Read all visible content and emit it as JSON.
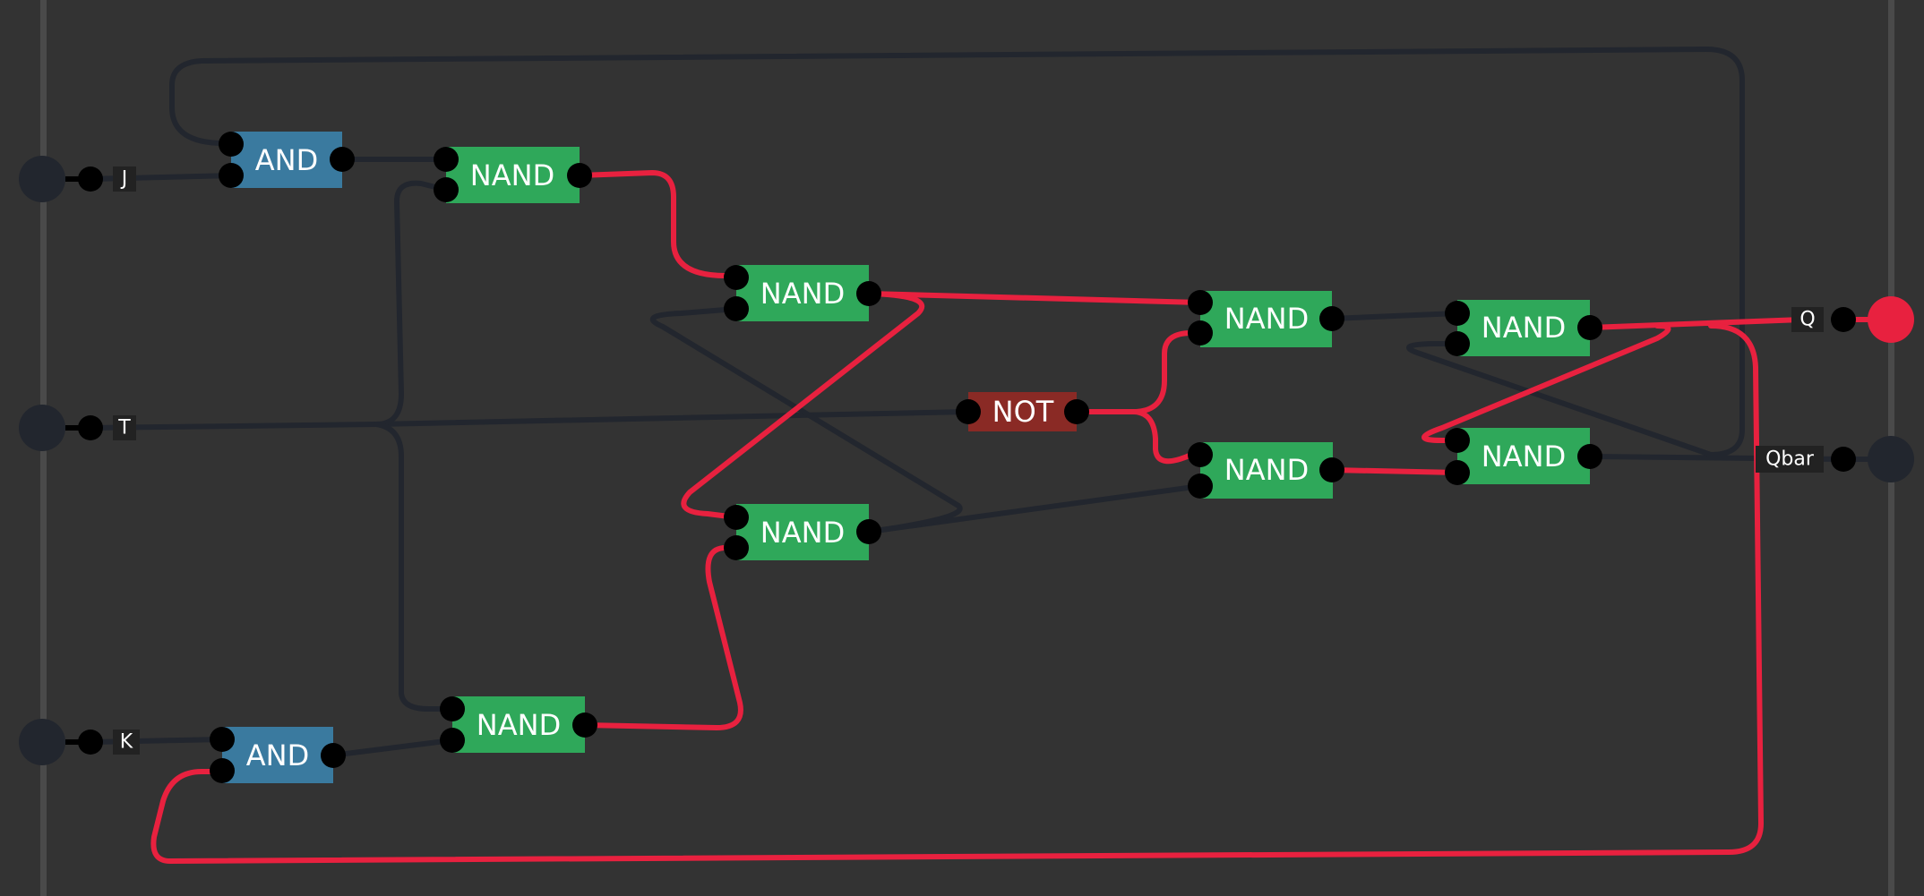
{
  "colors": {
    "background": "#333333",
    "rail": "#4a4a4a",
    "wire_off": "#22262e",
    "wire_on": "#e8213f",
    "and_gate": "#3a7a9f",
    "nand_gate": "#2fa85a",
    "not_gate": "#8a2a25",
    "pin": "#000000",
    "io_off": "#22262e",
    "io_on": "#e8213f",
    "label_bg": "#222222"
  },
  "inputs": [
    {
      "id": "in-j",
      "label": "J",
      "state": "off"
    },
    {
      "id": "in-t",
      "label": "T",
      "state": "off"
    },
    {
      "id": "in-k",
      "label": "K",
      "state": "off"
    }
  ],
  "outputs": [
    {
      "id": "out-q",
      "label": "Q",
      "state": "on"
    },
    {
      "id": "out-qbar",
      "label": "Qbar",
      "state": "off"
    }
  ],
  "gates": [
    {
      "id": "and-j",
      "type": "AND",
      "label": "AND"
    },
    {
      "id": "and-k",
      "type": "AND",
      "label": "AND"
    },
    {
      "id": "nand-1",
      "type": "NAND",
      "label": "NAND"
    },
    {
      "id": "nand-2",
      "type": "NAND",
      "label": "NAND"
    },
    {
      "id": "nand-3",
      "type": "NAND",
      "label": "NAND"
    },
    {
      "id": "nand-4",
      "type": "NAND",
      "label": "NAND"
    },
    {
      "id": "nand-5",
      "type": "NAND",
      "label": "NAND"
    },
    {
      "id": "nand-6",
      "type": "NAND",
      "label": "NAND"
    },
    {
      "id": "nand-7",
      "type": "NAND",
      "label": "NAND"
    },
    {
      "id": "nand-8",
      "type": "NAND",
      "label": "NAND"
    },
    {
      "id": "not-1",
      "type": "NOT",
      "label": "NOT"
    }
  ]
}
